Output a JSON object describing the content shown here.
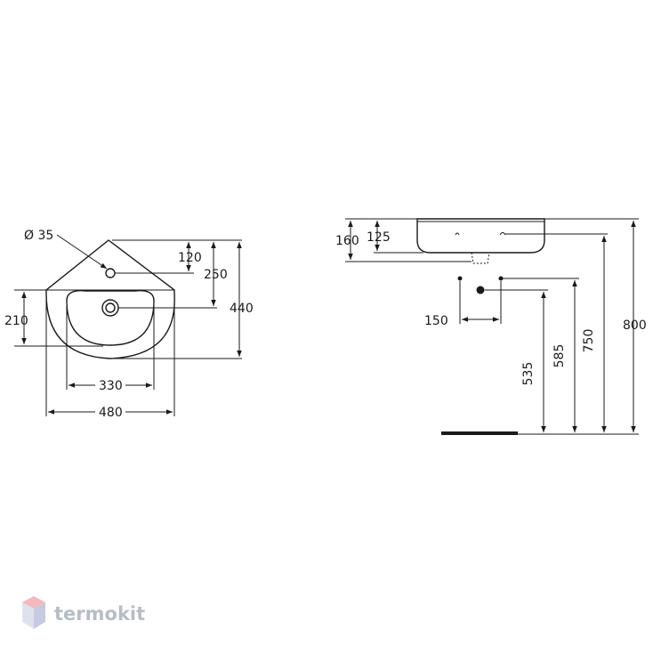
{
  "top_view": {
    "hole_diameter": "Ø 35",
    "dim_120": "120",
    "dim_250": "250",
    "dim_440": "440",
    "dim_210": "210",
    "dim_330": "330",
    "dim_480": "480"
  },
  "side_view": {
    "dim_160": "160",
    "dim_125": "125",
    "dim_150": "150",
    "dim_535": "535",
    "dim_585": "585",
    "dim_750": "750",
    "dim_800": "800"
  },
  "watermark": {
    "brand": "termokit",
    "colors": {
      "top": "#f3b9bd",
      "left": "#dfe2ee",
      "right": "#c6cbe1"
    }
  }
}
